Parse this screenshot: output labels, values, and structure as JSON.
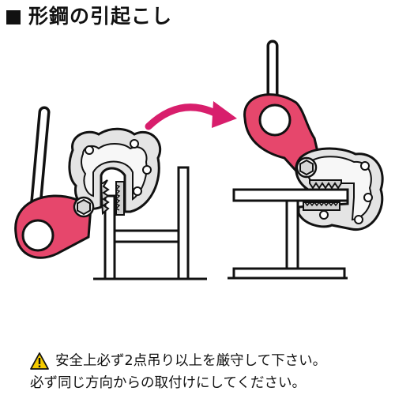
{
  "title": "形鋼の引起こし",
  "colors": {
    "ring": "#e6476c",
    "ring_dark": "#c2304f",
    "body": "#e4e4e4",
    "arrow": "#d81e6c",
    "line": "#111111",
    "warning_fill": "#f5cb00"
  },
  "icons": [
    "warning-icon",
    "square-marker-icon"
  ],
  "notice": {
    "line1": "安全上必ず2点吊り以上を厳守して下さい。",
    "line2": "必ず同じ方向からの取付けにしてください。"
  }
}
